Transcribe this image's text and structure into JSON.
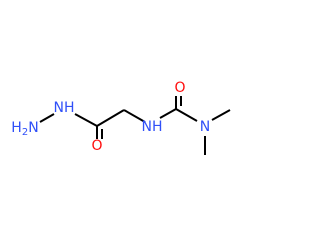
{
  "molecule": {
    "atoms": {
      "terminal_amine": "H2N",
      "hydrazide_nh": "NH",
      "hydrazide_carbonyl_o": "O",
      "amide_nh": "NH",
      "urea_carbonyl_o": "O",
      "dimethyl_n": "N"
    },
    "colors": {
      "bond": "#000000",
      "nitrogen": "#3050F8",
      "oxygen": "#FF0D0D"
    }
  }
}
